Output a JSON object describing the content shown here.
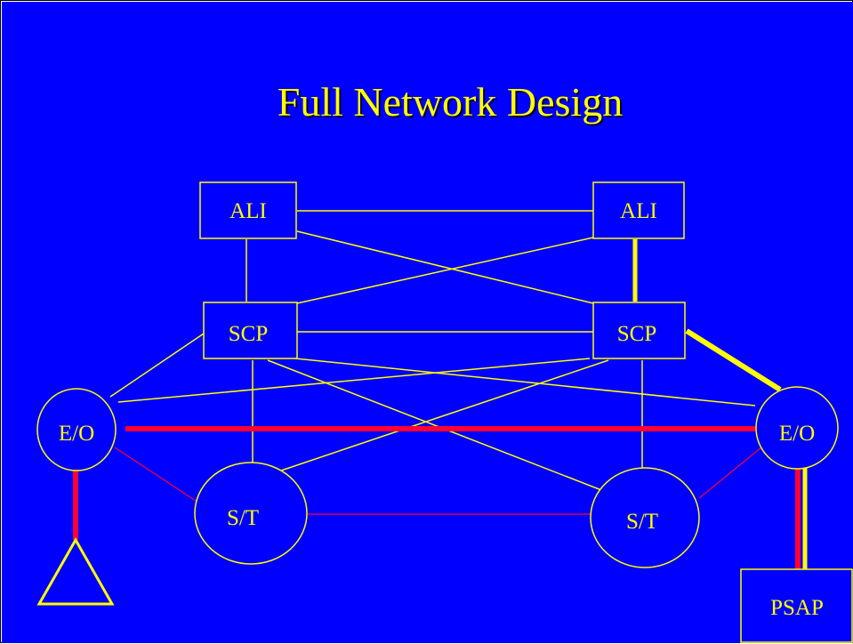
{
  "slide": {
    "title": "Full Network Design",
    "background_color": "#0000ff",
    "line_color": "#ffff00",
    "highlight_color": "#ff0033",
    "text_color": "#ffff00"
  },
  "nodes": {
    "ali_left": "ALI",
    "ali_right": "ALI",
    "scp_left": "SCP",
    "scp_right": "SCP",
    "eo_left": "E/O",
    "eo_right": "E/O",
    "st_left": "S/T",
    "st_right": "S/T",
    "psap": "PSAP"
  },
  "icons": {
    "caller_triangle": "triangle-icon"
  }
}
